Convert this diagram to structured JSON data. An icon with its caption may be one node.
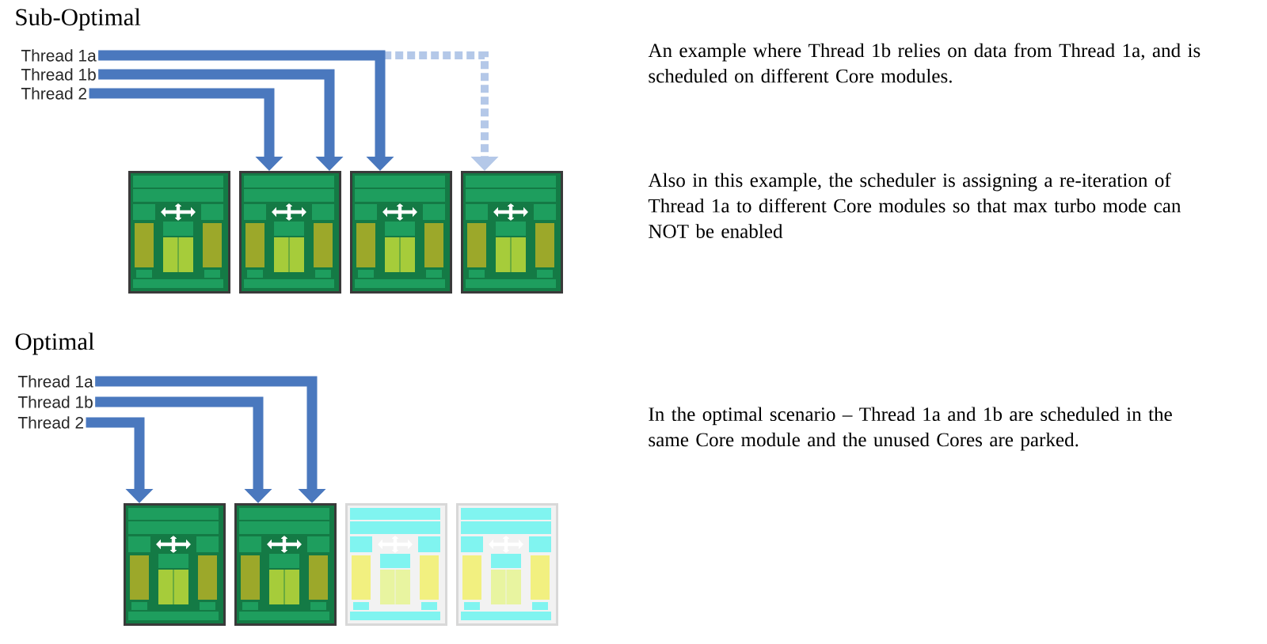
{
  "diagram": {
    "nodes": [
      {
        "text": [
          "Thread 1a"
        ]
      },
      {
        "text": [
          "Thread 1b"
        ]
      },
      {
        "text": [
          "Thread 2"
        ]
      },
      {
        "text": [],
        "shape": "picture"
      },
      {
        "text": [],
        "shape": "picture"
      },
      {
        "text": [],
        "shape": "picture"
      },
      {
        "text": [],
        "shape": "picture"
      },
      {
        "text": [
          "Thread 1a"
        ]
      },
      {
        "text": [
          "Thread 1b"
        ]
      },
      {
        "text": [
          "Thread 2"
        ]
      },
      {
        "text": [],
        "shape": "picture"
      },
      {
        "text": [],
        "shape": "picture"
      },
      {
        "text": [],
        "shape": "picture"
      },
      {
        "text": [],
        "shape": "picture"
      }
    ],
    "edges": [
      {
        "from": 2,
        "to": 4,
        "arrow": "to"
      },
      {
        "from": 1,
        "to": 4,
        "arrow": "to"
      },
      {
        "from": 0,
        "to": 5,
        "arrow": "to"
      },
      {
        "from": 0,
        "to": 6,
        "arrow": "to",
        "style": "dashed",
        "color": "#b4c8e8"
      },
      {
        "from": 9,
        "to": 10,
        "arrow": "to"
      },
      {
        "from": 8,
        "to": 11,
        "arrow": "to"
      },
      {
        "from": 7,
        "to": 11,
        "arrow": "to"
      }
    ],
    "labels": [
      "Sub-Optimal",
      "An example where Thread 1b relies on data from Thread 1a, and is scheduled on different Core modules.",
      "Also in this example, the scheduler is assigning a re-iteration of Thread 1a to different Core modules so that max turbo mode can NOT be enabled",
      "Optimal",
      "In the optimal scenario – Thread 1a and 1b are scheduled in the same Core module and the unused Cores are parked."
    ]
  }
}
